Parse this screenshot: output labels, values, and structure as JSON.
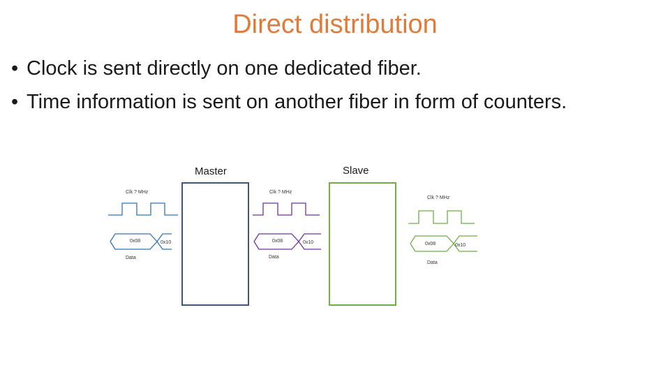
{
  "slide": {
    "title": "Direct distribution",
    "bullets": [
      "Clock is sent directly on one dedicated fiber.",
      "Time information is sent on another fiber in form of counters."
    ]
  },
  "diagram": {
    "master_label": "Master",
    "slave_label": "Slave",
    "colors": {
      "master_box": "#3e5777",
      "slave_box": "#70ad47",
      "left_signal": "#2e75b6",
      "middle_signal": "#7030a0",
      "right_signal": "#70ad47"
    },
    "signals": {
      "left": {
        "clock": "Clk ? MHz ",
        "word1": "0x08",
        "word2": "0x10",
        "data": "Data"
      },
      "middle": {
        "clock": "Clk ? MHz ",
        "word1": "0x08",
        "word2": "0x10",
        "data": "Data"
      },
      "right": {
        "clock": "Clk ? MHz ",
        "word1": "0x08",
        "word2": "0x10",
        "data": "Data"
      }
    }
  }
}
